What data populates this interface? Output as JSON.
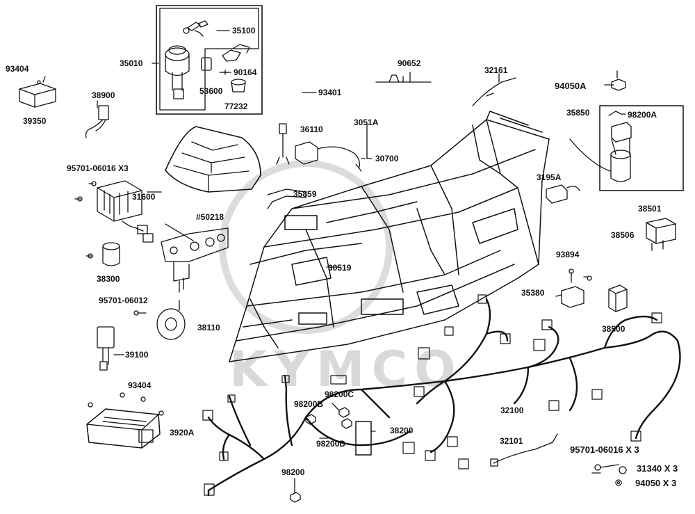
{
  "watermark": "KYMCO",
  "colors": {
    "ink": "#111111",
    "watermark": "#d9d9d9",
    "background": "#ffffff"
  },
  "labels": {
    "p35100": "35100",
    "p35010": "35010",
    "p90164": "90164",
    "p53600": "53600",
    "p77232": "77232",
    "p93404a": "93404",
    "p39350": "39350",
    "p38900": "38900",
    "p90652": "90652",
    "p32161": "32161",
    "p94050a": "94050A",
    "p93401": "93401",
    "p36110": "36110",
    "p3051a": "3051A",
    "p30700": "30700",
    "p35850": "35850",
    "p98200a": "98200A",
    "p95701x3a": "95701-06016 X3",
    "p31600": "31600",
    "p35859": "35859",
    "p3195a": "3195A",
    "p50218": "#50218",
    "p38501": "38501",
    "p38506": "38506",
    "p38300": "38300",
    "p30519": "30519",
    "p93894": "93894",
    "p35380": "35380",
    "p9570106012": "95701-06012",
    "p38110": "38110",
    "p38500": "38500",
    "p39100": "39100",
    "p93404b": "93404",
    "p98200c": "98200C",
    "p98200b": "98200B",
    "p32100": "32100",
    "p3920a": "3920A",
    "p38200": "38200",
    "p98200d": "98200D",
    "p32101": "32101",
    "p95701x3b": "95701-06016 X 3",
    "p31340x3": "31340 X 3",
    "p94050x3": "94050 X 3",
    "p98200": "98200"
  }
}
